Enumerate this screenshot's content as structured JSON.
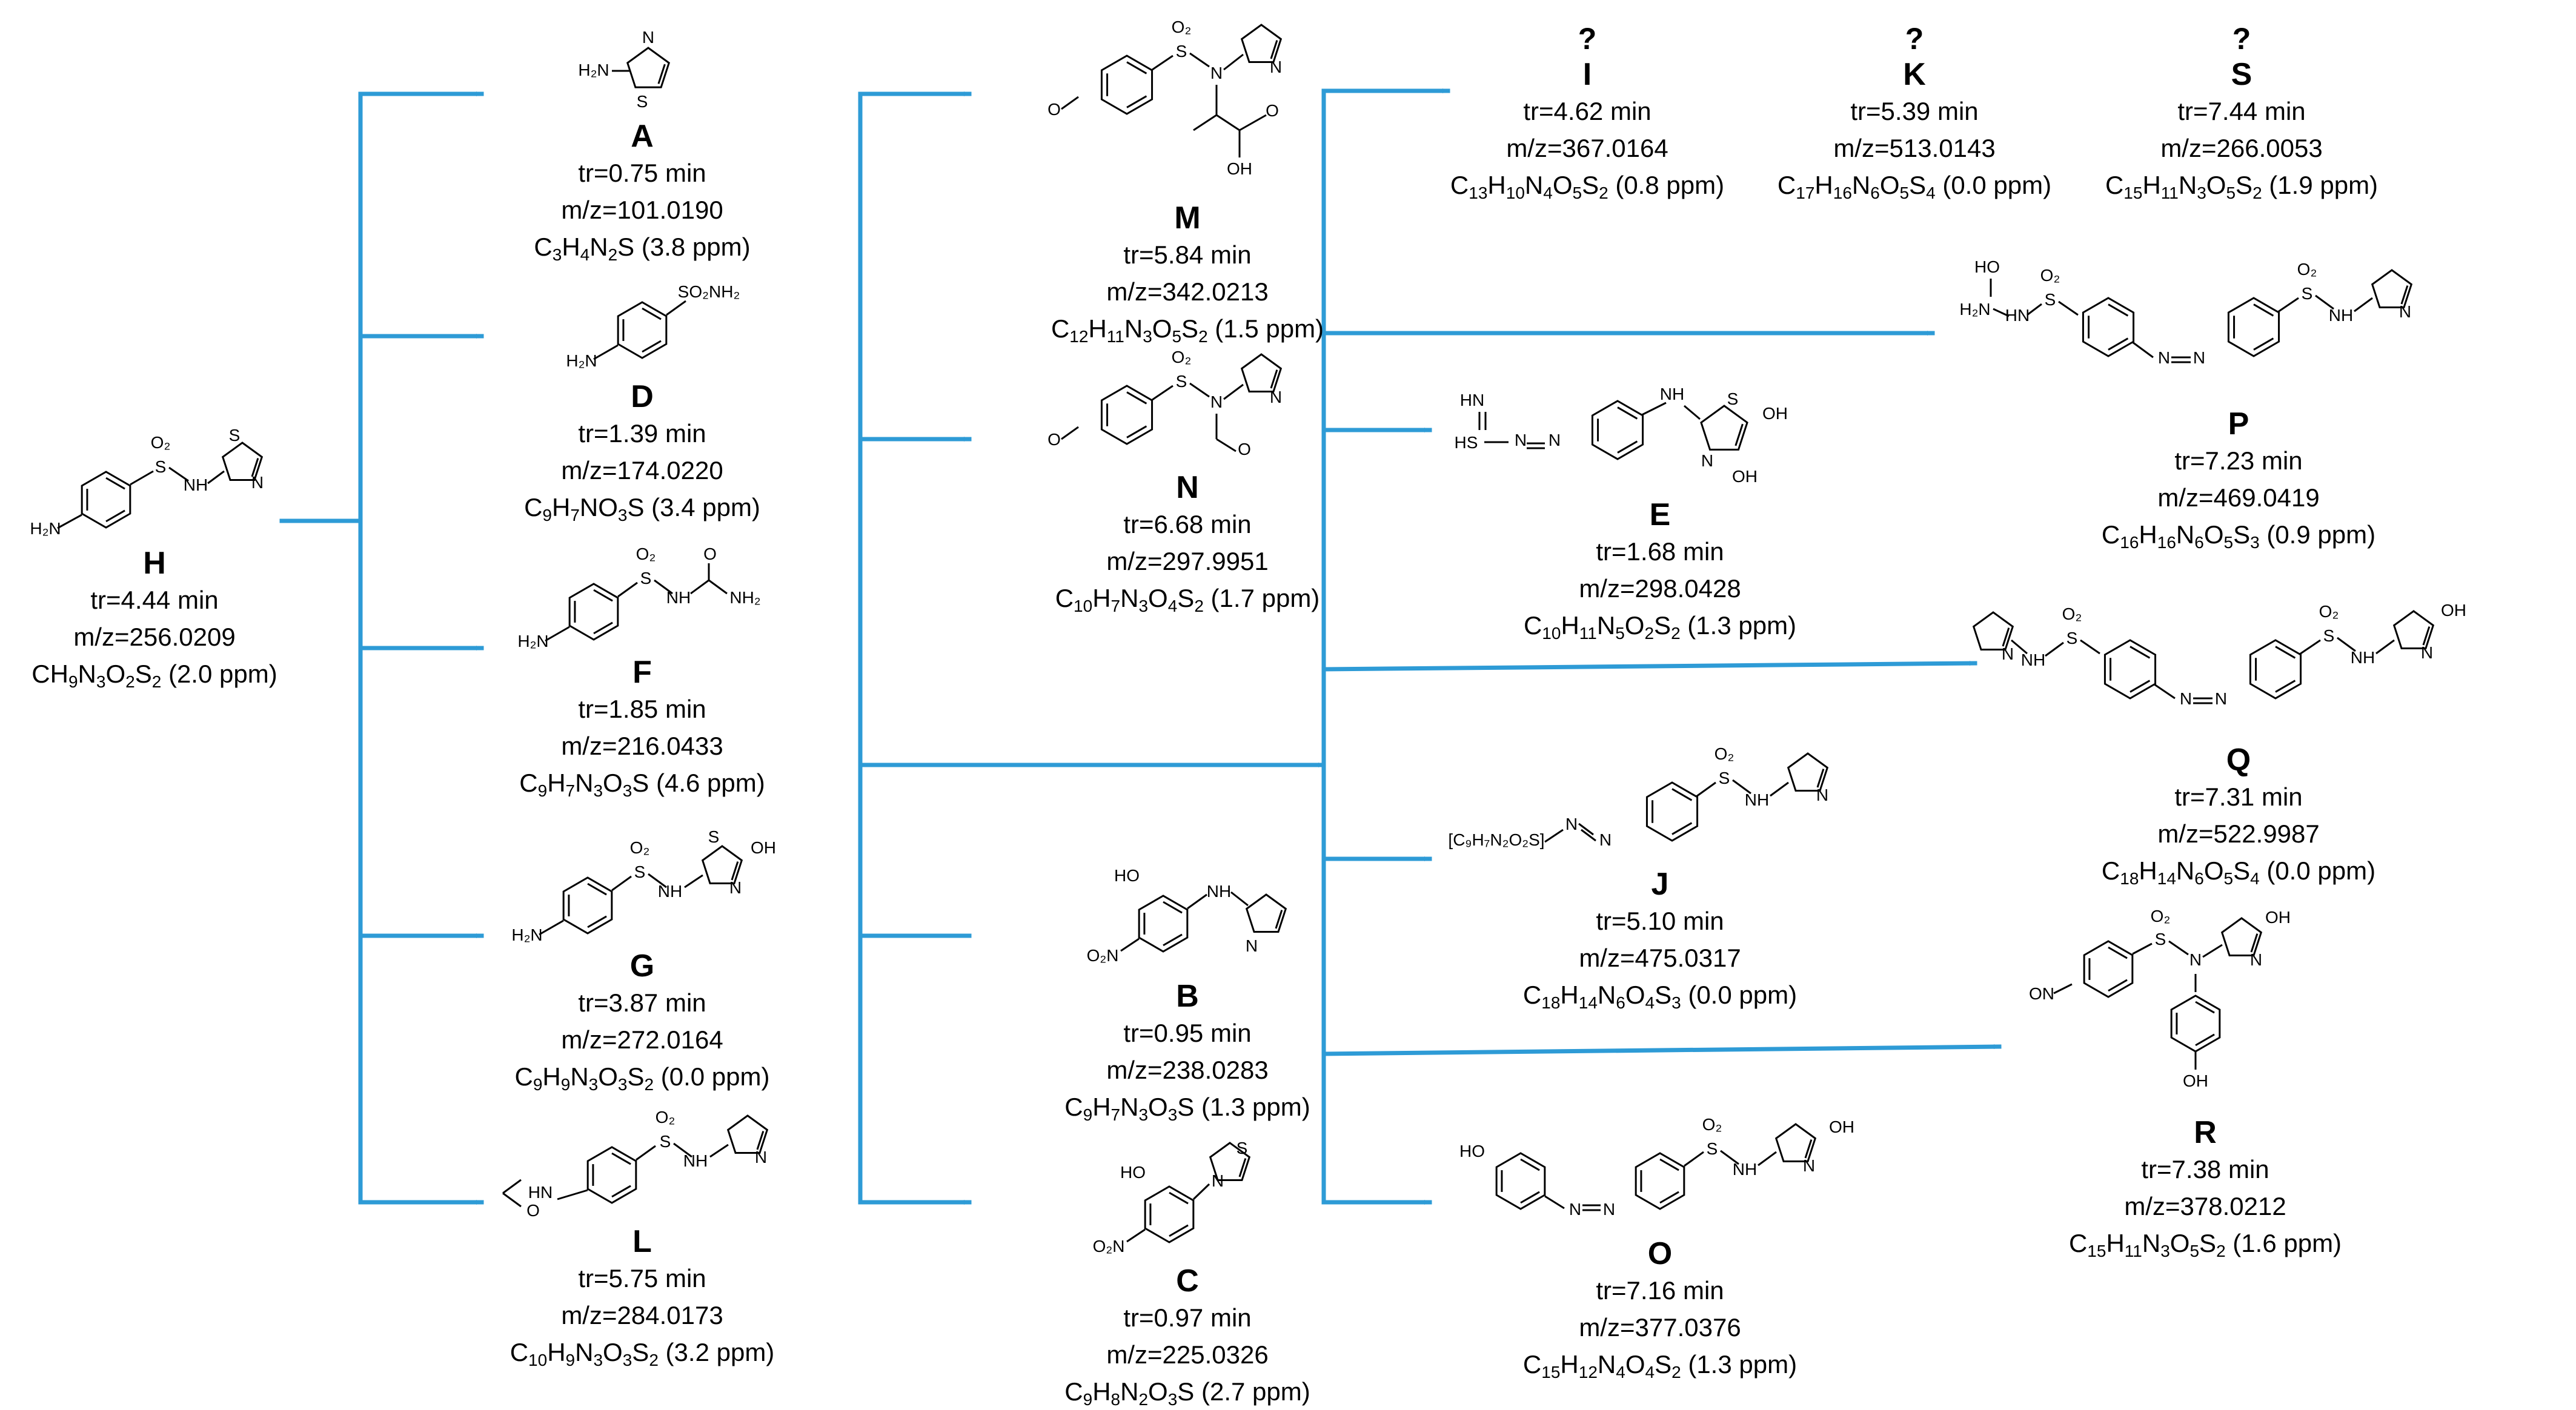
{
  "colors": {
    "arrow": "#2E9BD6",
    "text": "#000000"
  },
  "nodes": {
    "H": {
      "id": "H",
      "tr": "tr=4.44 min",
      "mz": "m/z=256.0209",
      "formula": [
        [
          "C",
          ""
        ],
        [
          "H",
          "9"
        ],
        [
          "N",
          "3"
        ],
        [
          "O",
          "2"
        ],
        [
          "S",
          "2"
        ]
      ],
      "ppm": " (2.0 ppm)"
    },
    "A": {
      "id": "A",
      "tr": "tr=0.75 min",
      "mz": "m/z=101.0190",
      "formula": [
        [
          "C",
          "3"
        ],
        [
          "H",
          "4"
        ],
        [
          "N",
          "2"
        ],
        [
          "S",
          ""
        ]
      ],
      "ppm": " (3.8 ppm)"
    },
    "D": {
      "id": "D",
      "tr": "tr=1.39 min",
      "mz": "m/z=174.0220",
      "formula": [
        [
          "C",
          "9"
        ],
        [
          "H",
          "7"
        ],
        [
          "N",
          ""
        ],
        [
          "O",
          "3"
        ],
        [
          "S",
          ""
        ]
      ],
      "ppm": " (3.4 ppm)"
    },
    "F": {
      "id": "F",
      "tr": "tr=1.85 min",
      "mz": "m/z=216.0433",
      "formula": [
        [
          "C",
          "9"
        ],
        [
          "H",
          "7"
        ],
        [
          "N",
          "3"
        ],
        [
          "O",
          "3"
        ],
        [
          "S",
          ""
        ]
      ],
      "ppm": " (4.6 ppm)"
    },
    "G": {
      "id": "G",
      "tr": "tr=3.87 min",
      "mz": "m/z=272.0164",
      "formula": [
        [
          "C",
          "9"
        ],
        [
          "H",
          "9"
        ],
        [
          "N",
          "3"
        ],
        [
          "O",
          "3"
        ],
        [
          "S",
          "2"
        ]
      ],
      "ppm": " (0.0 ppm)"
    },
    "L": {
      "id": "L",
      "tr": "tr=5.75 min",
      "mz": "m/z=284.0173",
      "formula": [
        [
          "C",
          "10"
        ],
        [
          "H",
          "9"
        ],
        [
          "N",
          "3"
        ],
        [
          "O",
          "3"
        ],
        [
          "S",
          "2"
        ]
      ],
      "ppm": " (3.2 ppm)"
    },
    "M": {
      "id": "M",
      "tr": "tr=5.84 min",
      "mz": "m/z=342.0213",
      "formula": [
        [
          "C",
          "12"
        ],
        [
          "H",
          "11"
        ],
        [
          "N",
          "3"
        ],
        [
          "O",
          "5"
        ],
        [
          "S",
          "2"
        ]
      ],
      "ppm": " (1.5 ppm)"
    },
    "N": {
      "id": "N",
      "tr": "tr=6.68 min",
      "mz": "m/z=297.9951",
      "formula": [
        [
          "C",
          "10"
        ],
        [
          "H",
          "7"
        ],
        [
          "N",
          "3"
        ],
        [
          "O",
          "4"
        ],
        [
          "S",
          "2"
        ]
      ],
      "ppm": " (1.7 ppm)"
    },
    "B": {
      "id": "B",
      "tr": "tr=0.95 min",
      "mz": "m/z=238.0283",
      "formula": [
        [
          "C",
          "9"
        ],
        [
          "H",
          "7"
        ],
        [
          "N",
          "3"
        ],
        [
          "O",
          "3"
        ],
        [
          "S",
          ""
        ]
      ],
      "ppm": " (1.3 ppm)"
    },
    "C": {
      "id": "C",
      "tr": "tr=0.97 min",
      "mz": "m/z=225.0326",
      "formula": [
        [
          "C",
          "9"
        ],
        [
          "H",
          "8"
        ],
        [
          "N",
          "2"
        ],
        [
          "O",
          "3"
        ],
        [
          "S",
          ""
        ]
      ],
      "ppm": " (2.7 ppm)"
    },
    "I": {
      "unknown": "?",
      "id": "I",
      "tr": "tr=4.62 min",
      "mz": "m/z=367.0164",
      "formula": [
        [
          "C",
          "13"
        ],
        [
          "H",
          "10"
        ],
        [
          "N",
          "4"
        ],
        [
          "O",
          "5"
        ],
        [
          "S",
          "2"
        ]
      ],
      "ppm": " (0.8 ppm)"
    },
    "K": {
      "unknown": "?",
      "id": "K",
      "tr": "tr=5.39 min",
      "mz": "m/z=513.0143",
      "formula": [
        [
          "C",
          "17"
        ],
        [
          "H",
          "16"
        ],
        [
          "N",
          "6"
        ],
        [
          "O",
          "5"
        ],
        [
          "S",
          "4"
        ]
      ],
      "ppm": " (0.0 ppm)"
    },
    "S": {
      "unknown": "?",
      "id": "S",
      "tr": "tr=7.44 min",
      "mz": "m/z=266.0053",
      "formula": [
        [
          "C",
          "15"
        ],
        [
          "H",
          "11"
        ],
        [
          "N",
          "3"
        ],
        [
          "O",
          "5"
        ],
        [
          "S",
          "2"
        ]
      ],
      "ppm": " (1.9 ppm)"
    },
    "E": {
      "id": "E",
      "tr": "tr=1.68 min",
      "mz": "m/z=298.0428",
      "formula": [
        [
          "C",
          "10"
        ],
        [
          "H",
          "11"
        ],
        [
          "N",
          "5"
        ],
        [
          "O",
          "2"
        ],
        [
          "S",
          "2"
        ]
      ],
      "ppm": " (1.3 ppm)"
    },
    "J": {
      "id": "J",
      "tr": "tr=5.10 min",
      "mz": "m/z=475.0317",
      "formula": [
        [
          "C",
          "18"
        ],
        [
          "H",
          "14"
        ],
        [
          "N",
          "6"
        ],
        [
          "O",
          "4"
        ],
        [
          "S",
          "3"
        ]
      ],
      "ppm": " (0.0 ppm)"
    },
    "O": {
      "id": "O",
      "tr": "tr=7.16 min",
      "mz": "m/z=377.0376",
      "formula": [
        [
          "C",
          "15"
        ],
        [
          "H",
          "12"
        ],
        [
          "N",
          "4"
        ],
        [
          "O",
          "4"
        ],
        [
          "S",
          "2"
        ]
      ],
      "ppm": " (1.3 ppm)"
    },
    "P": {
      "id": "P",
      "tr": "tr=7.23 min",
      "mz": "m/z=469.0419",
      "formula": [
        [
          "C",
          "16"
        ],
        [
          "H",
          "16"
        ],
        [
          "N",
          "6"
        ],
        [
          "O",
          "5"
        ],
        [
          "S",
          "3"
        ]
      ],
      "ppm": " (0.9 ppm)"
    },
    "Q": {
      "id": "Q",
      "tr": "tr=7.31 min",
      "mz": "m/z=522.9987",
      "formula": [
        [
          "C",
          "18"
        ],
        [
          "H",
          "14"
        ],
        [
          "N",
          "6"
        ],
        [
          "O",
          "5"
        ],
        [
          "S",
          "4"
        ]
      ],
      "ppm": " (0.0 ppm)"
    },
    "R": {
      "id": "R",
      "tr": "tr=7.38 min",
      "mz": "m/z=378.0212",
      "formula": [
        [
          "C",
          "15"
        ],
        [
          "H",
          "11"
        ],
        [
          "N",
          "3"
        ],
        [
          "O",
          "5"
        ],
        [
          "S",
          "2"
        ]
      ],
      "ppm": " (1.6 ppm)"
    }
  },
  "atom_labels": {
    "H2N": "H₂N",
    "NH": "NH",
    "H": "H",
    "N": "N",
    "S": "S",
    "O": "O",
    "OH": "OH",
    "HO": "HO",
    "O2": "O₂",
    "S_O2": "S",
    "SO2NH2": "SO₂NH₂",
    "NH2": "NH₂",
    "O2N": "O₂N",
    "ON": "ON",
    "HN": "HN",
    "HS": "HS",
    "J_frag": "[C₉H₇N₂O₂S]"
  },
  "edges": [
    [
      "H",
      "A"
    ],
    [
      "H",
      "D"
    ],
    [
      "H",
      "F"
    ],
    [
      "H",
      "G"
    ],
    [
      "H",
      "L"
    ],
    [
      "L",
      "M"
    ],
    [
      "L",
      "N"
    ],
    [
      "L",
      "B"
    ],
    [
      "L",
      "C"
    ],
    [
      "L",
      "I"
    ],
    [
      "L",
      "P"
    ],
    [
      "L",
      "E"
    ],
    [
      "L",
      "Q"
    ],
    [
      "L",
      "J"
    ],
    [
      "L",
      "R"
    ],
    [
      "L",
      "O"
    ]
  ]
}
